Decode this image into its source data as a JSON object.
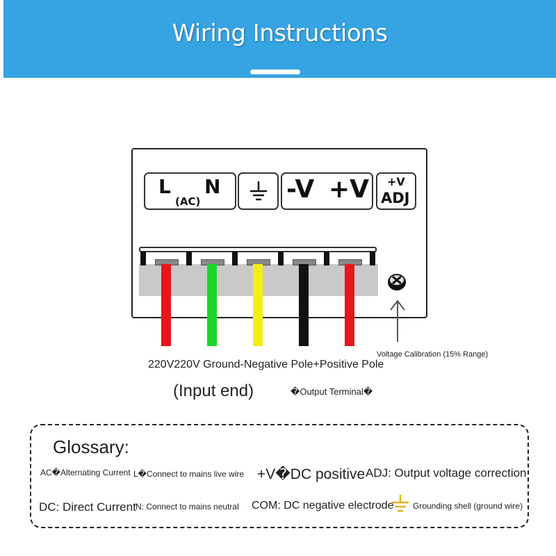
{
  "header": {
    "title": "Wiring Instructions"
  },
  "terminal_labels": {
    "l": "L",
    "ac": "(AC)",
    "n": "N",
    "minus_v": "-V",
    "plus_v": "+V",
    "adj_top": "+V",
    "adj_bottom": "ADJ"
  },
  "wires": [
    {
      "color": "#e8151b"
    },
    {
      "color": "#1ed52b"
    },
    {
      "color": "#f5ee14"
    },
    {
      "color": "#111111"
    },
    {
      "color": "#e8151b"
    }
  ],
  "captions": {
    "wire_labels": "220V220V Ground-Negative Pole+Positive Pole",
    "input_end": "(Input end)",
    "output_terminal": "�Output Terminal�",
    "voltage_calibration": "Voltage Calibration (15% Range)"
  },
  "glossary": {
    "title": "Glossary:",
    "ac": "AC�Alternating Current",
    "l": "L�Connect to mains live wire",
    "plus_v": "+V�DC positive",
    "adj": "ADJ: Output voltage correction",
    "dc": "DC: Direct Current",
    "n": "N: Connect to mains neutral",
    "com": "COM: DC negative electrode",
    "ground": "Grounding shell (ground wire)"
  },
  "colors": {
    "header_bg": "#36a3e3",
    "ground_icon": "#e0b020"
  }
}
